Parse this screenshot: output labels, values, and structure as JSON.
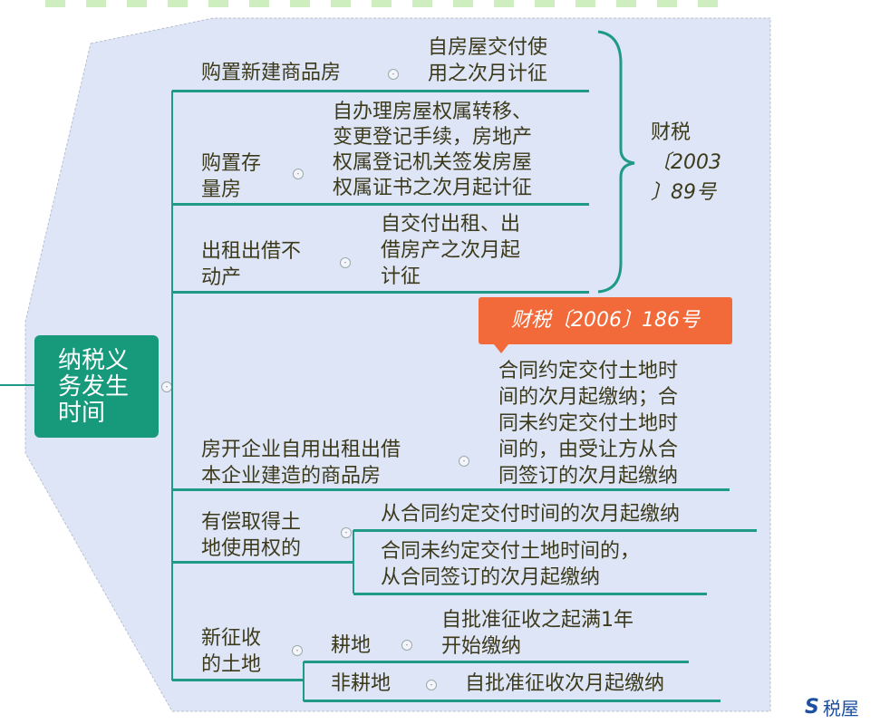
{
  "root": {
    "label_lines": [
      "纳税义",
      "务发生",
      "时间"
    ],
    "color": "#179a7c"
  },
  "branches": [
    {
      "label_lines": [
        "购置新建商品房"
      ],
      "detail_lines": [
        "自房屋交付使",
        "用之次月计征"
      ]
    },
    {
      "label_lines": [
        "购置存",
        "量房"
      ],
      "detail_lines": [
        "自办理房屋权属转移、",
        "变更登记手续，房地产",
        "权属登记机关签发房屋",
        "权属证书之次月起计征"
      ]
    },
    {
      "label_lines": [
        "出租出借不",
        "动产"
      ],
      "detail_lines": [
        "自交付出租、出",
        "借房产之次月起",
        "计征"
      ]
    },
    {
      "label_lines": [
        "房开企业自用出租出借",
        "本企业建造的商品房"
      ],
      "detail_lines": [
        "合同约定交付土地时",
        "间的次月起缴纳；合",
        "同未约定交付土地时",
        "间的，由受让方从合",
        "同签订的次月起缴纳"
      ]
    },
    {
      "label_lines": [
        "有偿取得土",
        "地使用权的"
      ],
      "sub": [
        {
          "detail_lines": [
            "从合同约定交付时间的次月起缴纳"
          ]
        },
        {
          "detail_lines": [
            "合同未约定交付土地时间的，",
            "从合同签订的次月起缴纳"
          ]
        }
      ]
    },
    {
      "label_lines": [
        "新征收",
        "的土地"
      ],
      "sub": [
        {
          "label": "耕地",
          "detail_lines": [
            "自批准征收之起满1年",
            "开始缴纳"
          ]
        },
        {
          "label": "非耕地",
          "detail_lines": [
            "自批准征收次月起缴纳"
          ]
        }
      ]
    }
  ],
  "brace_note": {
    "lines": [
      "财税",
      "〔2003",
      "〕89号"
    ]
  },
  "callout": {
    "text": "财税〔2006〕186号",
    "color": "#f26a3a"
  },
  "watermark": {
    "text": "税屋"
  },
  "colors": {
    "line": "#1f9a86",
    "background": "#dde5f7",
    "text": "#3d3a1c"
  }
}
